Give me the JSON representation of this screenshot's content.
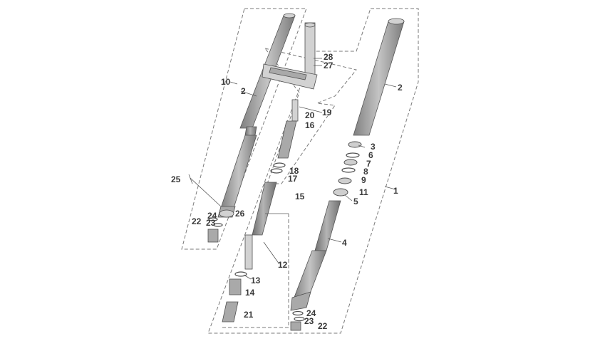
{
  "callouts": [
    {
      "label": "1"
    },
    {
      "label": "2"
    },
    {
      "label": "2"
    },
    {
      "label": "3"
    },
    {
      "label": "4"
    },
    {
      "label": "5"
    },
    {
      "label": "6"
    },
    {
      "label": "7"
    },
    {
      "label": "8"
    },
    {
      "label": "9"
    },
    {
      "label": "10"
    },
    {
      "label": "11"
    },
    {
      "label": "12"
    },
    {
      "label": "13"
    },
    {
      "label": "14"
    },
    {
      "label": "15"
    },
    {
      "label": "16"
    },
    {
      "label": "17"
    },
    {
      "label": "18"
    },
    {
      "label": "19"
    },
    {
      "label": "20"
    },
    {
      "label": "21"
    },
    {
      "label": "22"
    },
    {
      "label": "22"
    },
    {
      "label": "23"
    },
    {
      "label": "23"
    },
    {
      "label": "24"
    },
    {
      "label": "24"
    },
    {
      "label": "25"
    },
    {
      "label": "26"
    },
    {
      "label": "27"
    },
    {
      "label": "28"
    }
  ],
  "colors": {
    "text": "#3a3a3a",
    "line": "#7a7a7a",
    "part": "#a9a9a9"
  }
}
